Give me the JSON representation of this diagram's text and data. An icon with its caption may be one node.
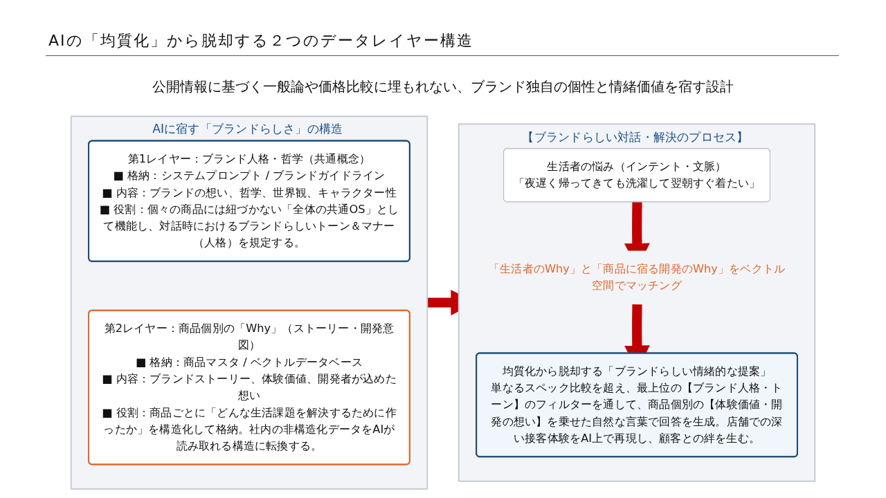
{
  "diagram": {
    "title": "AIの「均質化」から脱却する２つのデータレイヤー構造",
    "nodes": [
      {
        "text": [
          "AIに宿す「ブランドらしさ」の構造"
        ]
      },
      {
        "text": [
          "第1レイヤー：ブランド人格・哲学（共通概念）",
          "■ 格納：システムプロンプト / ブランドガイドライン",
          "■ 内容：ブランドの想い、哲学、世界観、キャラクター性",
          "■ 役割：個々の商品には紐づかない「全体の共通OS」として機能し、対話時におけるブランドらしいトーン＆マナー（人格）を規定する。"
        ],
        "in": 0
      },
      {
        "text": [
          "第2レイヤー：商品個別の「Why」（ストーリー・開発意図）",
          "■ 格納：商品マスタ / ベクトルデータベース",
          "■ 内容：ブランドストーリー、体験価値、開発者が込めた想い",
          "■ 役割：商品ごとに「どんな生活課題を解決するために作ったか」を構造化して格納。社内の非構造化データをAIが読み取れる構造に転換する。"
        ],
        "in": 0
      },
      {
        "text": [
          "【ブランドらしい対話・解決のプロセス】"
        ]
      },
      {
        "text": [
          "生活者の悩み（インテント・文脈）",
          "「夜遅く帰ってきても洗濯して翌朝すぐ着たい」"
        ],
        "in": 3
      },
      {
        "text": [
          "「生活者のWhy」と「商品に宿る開発のWhy」をベクトル空間でマッチング"
        ],
        "in": 3
      },
      {
        "text": [
          "均質化から脱却する「ブランドらしい情緒的な提案」",
          "単なるスペック比較を超え、最上位の【ブランド人格・トーン】のフィルターを通して、商品個別の【体験価値・開発の想い】を乗せた自然な言葉で回答を生成。店舗での深い接客体験をAI上で再現し、顧客との絆を生む。"
        ],
        "in": 3
      }
    ],
    "edges": [
      {
        "from": 0,
        "to": 3,
        "arrow": "to"
      },
      {
        "from": 4,
        "to": 5,
        "arrow": "to"
      },
      {
        "from": 5,
        "to": 6,
        "arrow": "to"
      }
    ],
    "labels": [
      "公開情報に基づく一般論や価格比較に埋もれない、ブランド独自の個性と情緒価値を宿す設計"
    ]
  }
}
